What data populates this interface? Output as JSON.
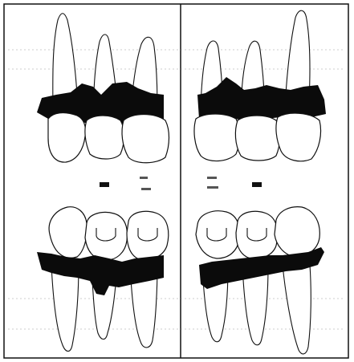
{
  "figure": {
    "panels": [
      "upper-right-quadrant",
      "upper-left-quadrant",
      "lower-right-quadrant",
      "lower-left-quadrant"
    ],
    "colors": {
      "outline": "#111111",
      "bone_band": "#0b0b0b",
      "background": "#ffffff",
      "guide_lines": "#9a9a9a"
    }
  }
}
